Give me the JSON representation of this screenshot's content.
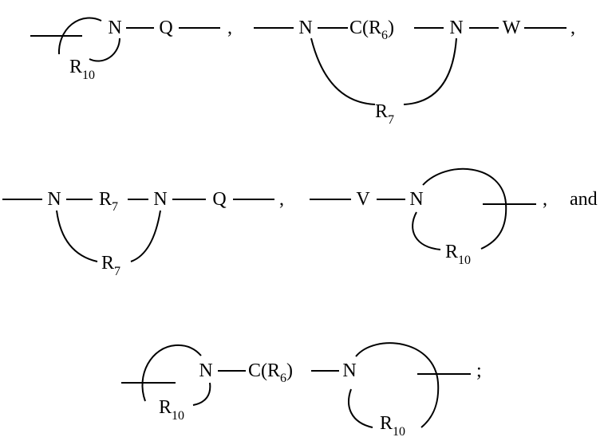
{
  "structures": [
    {
      "atoms": {
        "n": "N",
        "q": "Q",
        "ring": "R",
        "ring_sub": "10"
      },
      "separator": ","
    },
    {
      "atoms": {
        "n1": "N",
        "c": "C(R",
        "c_sub": "6",
        "c_close": ")",
        "n2": "N",
        "w": "W",
        "ring": "R",
        "ring_sub": "7"
      },
      "separator": ","
    },
    {
      "atoms": {
        "n1": "N",
        "r": "R",
        "r_sub": "7",
        "n2": "N",
        "q": "Q",
        "ring": "R",
        "ring_sub": "7"
      },
      "separator": ","
    },
    {
      "atoms": {
        "v": "V",
        "n": "N",
        "ring": "R",
        "ring_sub": "10"
      },
      "separator": ",",
      "conjunction": "and"
    },
    {
      "atoms": {
        "n1": "N",
        "c": "C(R",
        "c_sub": "6",
        "c_close": ")",
        "n2": "N",
        "ring1": "R",
        "ring1_sub": "10",
        "ring2": "R",
        "ring2_sub": "10"
      },
      "separator": ";"
    }
  ]
}
